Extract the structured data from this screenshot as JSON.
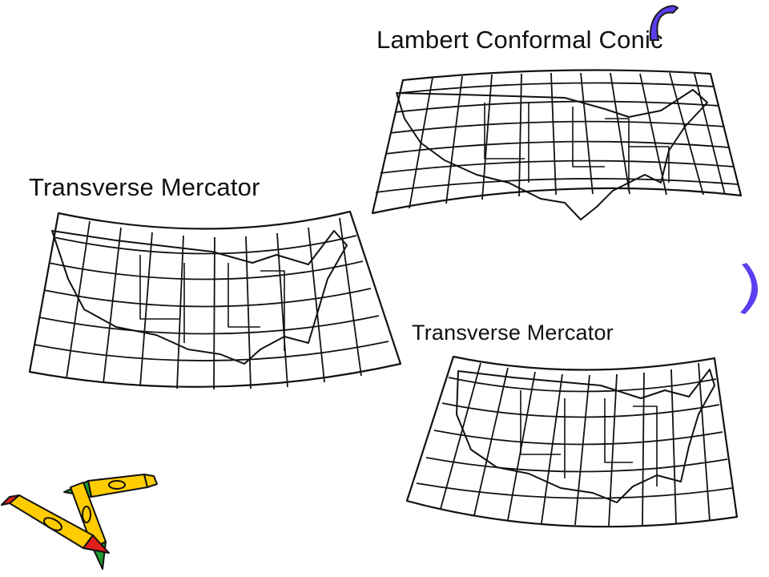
{
  "labels": {
    "lambert": "Lambert Conformal Conic",
    "transverse_left": "Transverse Mercator",
    "transverse_right": "Transverse Mercator"
  },
  "maps": [
    {
      "id": "lambert-conformal-conic",
      "projection": "Lambert Conformal Conic"
    },
    {
      "id": "transverse-mercator-left",
      "projection": "Transverse Mercator"
    },
    {
      "id": "transverse-mercator-right",
      "projection": "Transverse Mercator"
    }
  ],
  "colors": {
    "ink": "#111111",
    "accent_purple": "#5a3ff0",
    "crayon_yellow": "#ffcc00",
    "crayon_red": "#e0201b",
    "crayon_green": "#1f9a2e"
  },
  "decorations": {
    "top_icon": "purple-curl-icon",
    "right_icon": "purple-bracket-icon",
    "clipart": "crayons-clipart"
  }
}
